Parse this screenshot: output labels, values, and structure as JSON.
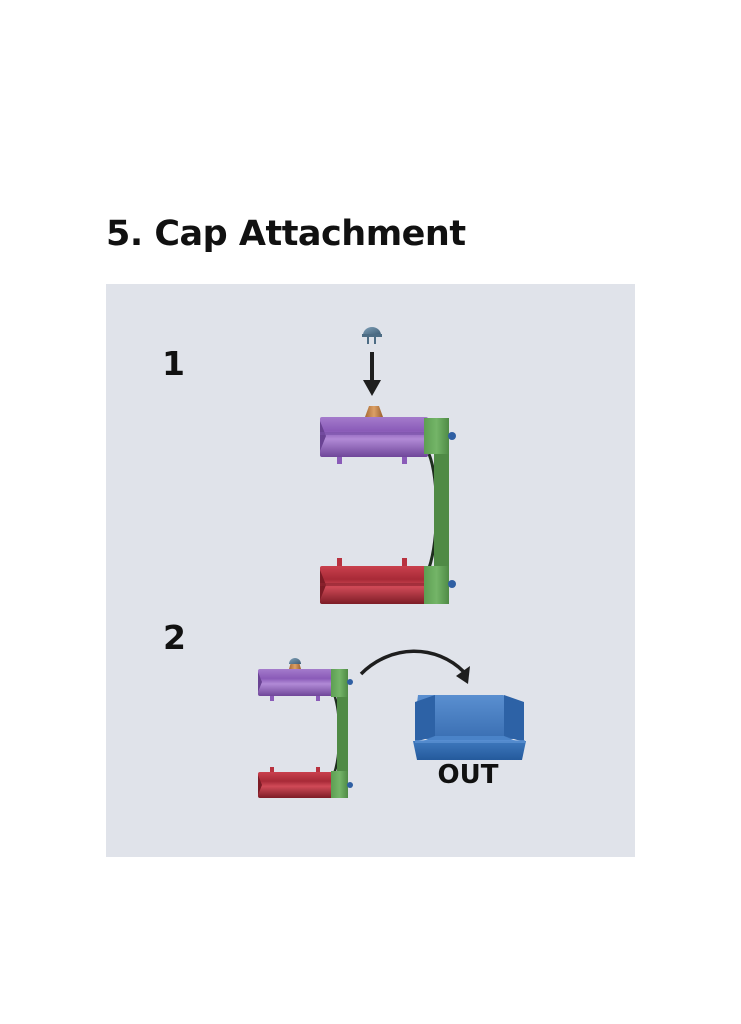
{
  "page": {
    "title": "5. Cap Attachment"
  },
  "steps": [
    {
      "number": "1"
    },
    {
      "number": "2"
    }
  ],
  "labels": {
    "out": "OUT"
  },
  "colors": {
    "panel_background": "#e0e3ea",
    "upper_ring": "#9a6cc2",
    "lower_ring": "#b8323f",
    "frame": "#6aaa5e",
    "cap": "#5a7a94",
    "cone": "#c98a4e",
    "out_bin": "#3d74b8",
    "arrow": "#1e1e1e"
  },
  "icons": {
    "step1": [
      "cap-icon",
      "down-arrow-icon",
      "assembly-illustration"
    ],
    "step2": [
      "assembly-illustration",
      "curved-arrow-icon",
      "out-bin-icon"
    ]
  }
}
